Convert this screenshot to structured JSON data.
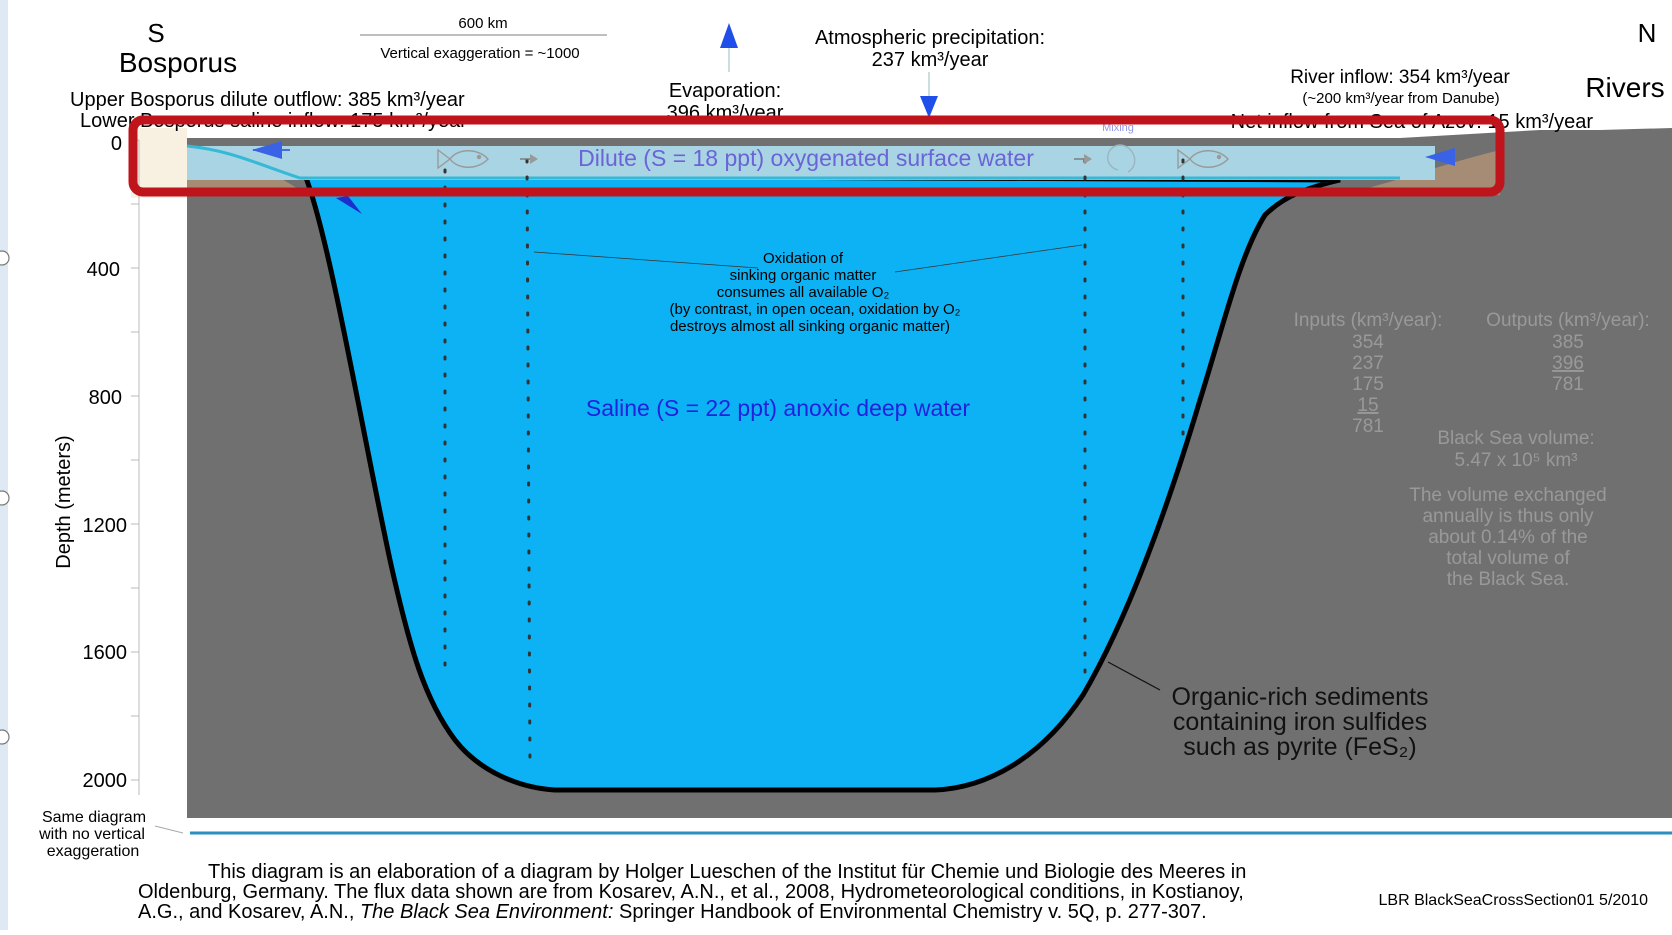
{
  "header": {
    "south_letter": "S",
    "south_name": "Bosporus",
    "north_letter": "N",
    "north_name": "Rivers",
    "scale_bar_label": "600 km",
    "exaggeration_label": "Vertical exaggeration = ~1000"
  },
  "fluxes": {
    "upper_bosporus": "Upper Bosporus dilute outflow: 385 km³/year",
    "lower_bosporus": "Lower Bosporus saline inflow: 175 km³/year",
    "evaporation_label": "Evaporation:",
    "evaporation_value": "396 km³/year",
    "precip_label": "Atmospheric precipitation:",
    "precip_value": "237 km³/year",
    "river_inflow": "River inflow: 354 km³/year",
    "river_inflow_note": "(~200 km³/year from Danube)",
    "azov_inflow": "Net inflow from Sea of Azov: 15 km³/year"
  },
  "layers": {
    "surface": "Dilute (S = 18 ppt) oxygenated surface water",
    "deep": "Saline  (S = 22 ppt) anoxic deep water",
    "mixing": "Mixing"
  },
  "oxidation_note": [
    "Oxidation of",
    "sinking organic matter",
    "consumes all available O₂",
    "(by contrast, in open ocean, oxidation by O₂",
    "destroys almost all sinking organic matter)"
  ],
  "budget": {
    "inputs_header": "Inputs (km³/year):",
    "inputs": [
      "354",
      "237",
      "175",
      "15",
      "781"
    ],
    "outputs_header": "Outputs (km³/year):",
    "outputs": [
      "385",
      "396",
      "781"
    ],
    "volume_label": "Black Sea volume:",
    "volume_value": "5.47 x 10⁵ km³",
    "exchange_note": [
      "The volume exchanged",
      "annually is thus only",
      "about 0.14% of the",
      "total volume of",
      "the Black Sea."
    ]
  },
  "sediments_note": [
    "Organic-rich sediments",
    "containing iron sulfides",
    "such as pyrite (FeS₂)"
  ],
  "axis": {
    "label": "Depth (meters)",
    "ticks": [
      "0",
      "400",
      "800",
      "1200",
      "1600",
      "2000"
    ]
  },
  "no_exaggeration_note": [
    "Same diagram",
    "with no vertical",
    "exaggeration"
  ],
  "footer": {
    "caption_lines": [
      "This diagram is an elaboration of a diagram by Holger Lueschen of the Institut für Chemie und Biologie des Meeres in",
      "Oldenburg, Germany.  The flux data shown are from Kosarev, A.N., et al., 2008, Hydrometeorological conditions, in Kostianoy,"
    ],
    "caption_line3_pre": "A.G., and Kosarev, A.N., ",
    "caption_line3_italic": "The Black Sea Environment:",
    "caption_line3_post": " Springer Handbook of Environmental Chemistry v. 5Q, p. 277-307.",
    "credit": "LBR BlackSeaCrossSection01  5/2010"
  },
  "colors": {
    "deep_water": "#0cb2f4",
    "surface_water": "#a9d4e3",
    "sediment": "#707070",
    "highlight_box": "#c0141c",
    "label_blue": "#2222dd",
    "surface_label": "#6b63d6"
  }
}
